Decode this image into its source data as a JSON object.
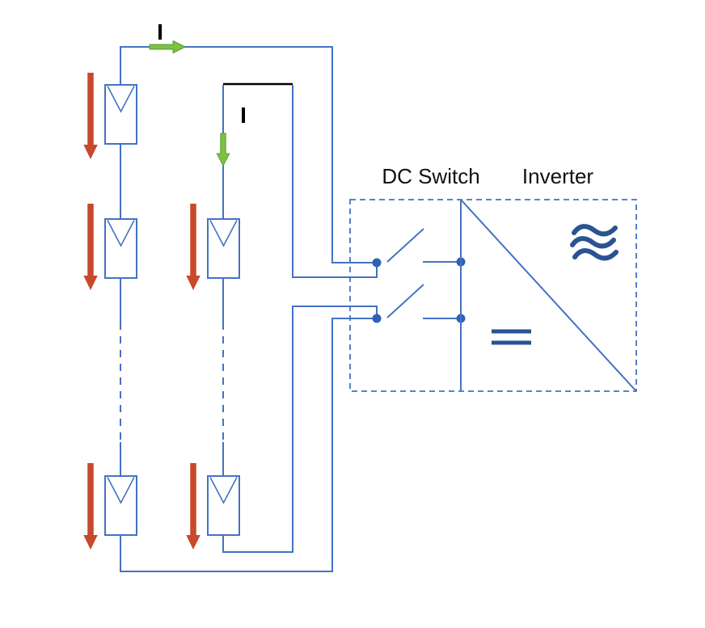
{
  "labels": {
    "current_string1": "I",
    "current_string2": "I",
    "dc_switch": "DC Switch",
    "inverter": "Inverter"
  },
  "icons": {
    "pv_module": "pv-module-icon (rectangle with chevron)",
    "ac_waves": "≈",
    "dc_bars": "=",
    "string_current": "down-arrow-icon",
    "wire_current": "right-arrow-icon"
  },
  "components": {
    "strings": 2,
    "pv_modules": 5,
    "switch_poles": 2,
    "junction_dots": 4
  },
  "colors": {
    "background": "#FFFFFF",
    "wire": "#4472C4",
    "node": "#3060B8",
    "symbol": "#2A5393",
    "shading_arrow": "#C8492B",
    "current_arrow": "#7CC142",
    "current_arrow_edge": "#5D9E30",
    "string_top": "#000000",
    "text": "#111111"
  }
}
